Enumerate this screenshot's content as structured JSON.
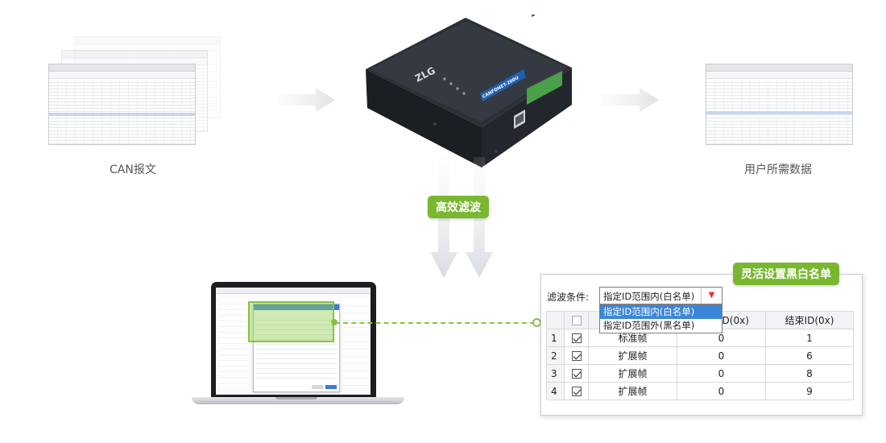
{
  "captions": {
    "left": "CAN报文",
    "right": "用户所需数据"
  },
  "tags": {
    "filter": "高效滤波",
    "panel": "灵活设置黑白名单"
  },
  "device": {
    "brand": "ZLG",
    "model": "CANFDNET-200U"
  },
  "panel": {
    "filter_label": "滤波条件:",
    "selected": "指定ID范围内(白名单)",
    "options": [
      "指定ID范围内(白名单)",
      "指定ID范围外(黑名单)"
    ],
    "columns": [
      "",
      "",
      "ID(0x)",
      "结束ID(0x)"
    ],
    "rows": [
      {
        "n": "1",
        "checked": true,
        "type": "标准帧",
        "start": "0",
        "end": "1"
      },
      {
        "n": "2",
        "checked": true,
        "type": "扩展帧",
        "start": "0",
        "end": "6"
      },
      {
        "n": "3",
        "checked": true,
        "type": "扩展帧",
        "start": "0",
        "end": "8"
      },
      {
        "n": "4",
        "checked": true,
        "type": "扩展帧",
        "start": "0",
        "end": "9"
      }
    ]
  },
  "colors": {
    "accent_green": "#78b72f",
    "selection_blue": "#3b86d8",
    "dropdown_arrow": "#e0352b"
  }
}
